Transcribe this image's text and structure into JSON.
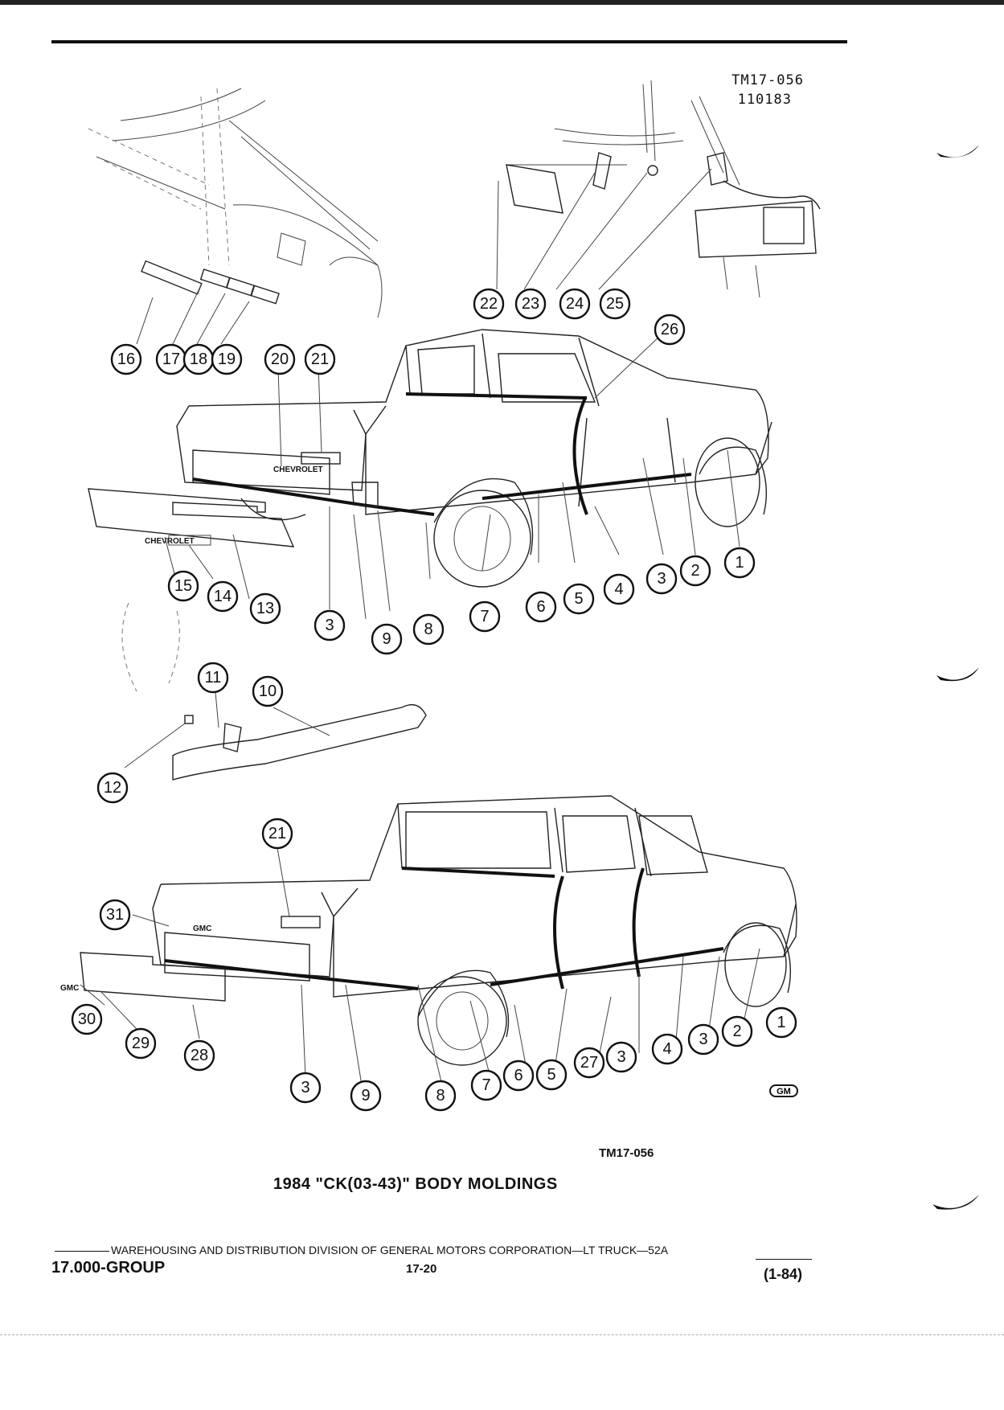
{
  "header": {
    "code": "TM17-056",
    "date": "110183"
  },
  "callouts": [
    "1",
    "2",
    "3",
    "4",
    "5",
    "6",
    "7",
    "8",
    "9",
    "10",
    "11",
    "12",
    "13",
    "14",
    "15",
    "16",
    "17",
    "18",
    "19",
    "20",
    "21",
    "22",
    "23",
    "24",
    "25",
    "26",
    "27",
    "28",
    "29",
    "30",
    "31"
  ],
  "emblems": {
    "chevrolet": "CHEVROLET",
    "gmc": "GMC"
  },
  "figure_code": "TM17-056",
  "caption": "1984 \"CK(03-43)\" BODY MOLDINGS",
  "footer": {
    "division": "WAREHOUSING AND DISTRIBUTION  DIVISION OF GENERAL MOTORS CORPORATION—LT TRUCK—52A",
    "group": "17.000-GROUP",
    "page": "17-20",
    "revision": "(1-84)"
  },
  "logo_mark": "GM"
}
